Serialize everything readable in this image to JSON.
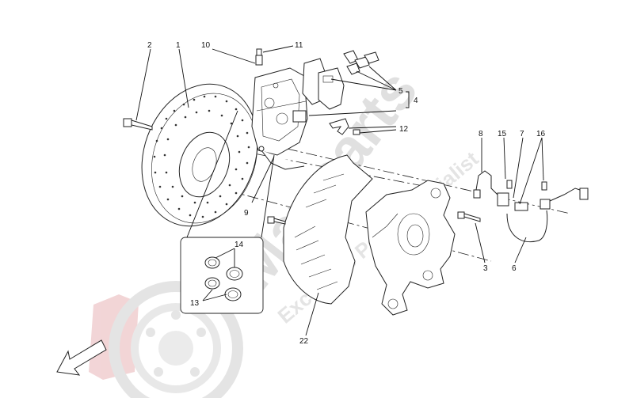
{
  "diagram": {
    "callouts": {
      "c1": "1",
      "c2": "2",
      "c3": "3",
      "c4": "4",
      "c5": "5",
      "c6": "6",
      "c7": "7",
      "c8": "8",
      "c9": "9",
      "c10": "10",
      "c11": "11",
      "c12": "12",
      "c13": "13",
      "c14": "14",
      "c15": "15",
      "c16": "16",
      "c22": "22"
    },
    "parts": [
      "brake-disc",
      "disc-bolt",
      "brake-caliper",
      "brake-pads",
      "pad-clips",
      "caliper-bolt",
      "brake-pipe",
      "brake-hose",
      "bleed-screw",
      "dust-shield",
      "wheel-hub-knuckle",
      "caliper-seals",
      "hose-bracket"
    ]
  },
  "watermark": {
    "brand": "Maxparts",
    "tagline": "Exclusive Parts Specialist",
    "color": "#c8c8c8",
    "logo_color": "#e8b3b6"
  },
  "direction_arrow": "front-direction-arrow"
}
